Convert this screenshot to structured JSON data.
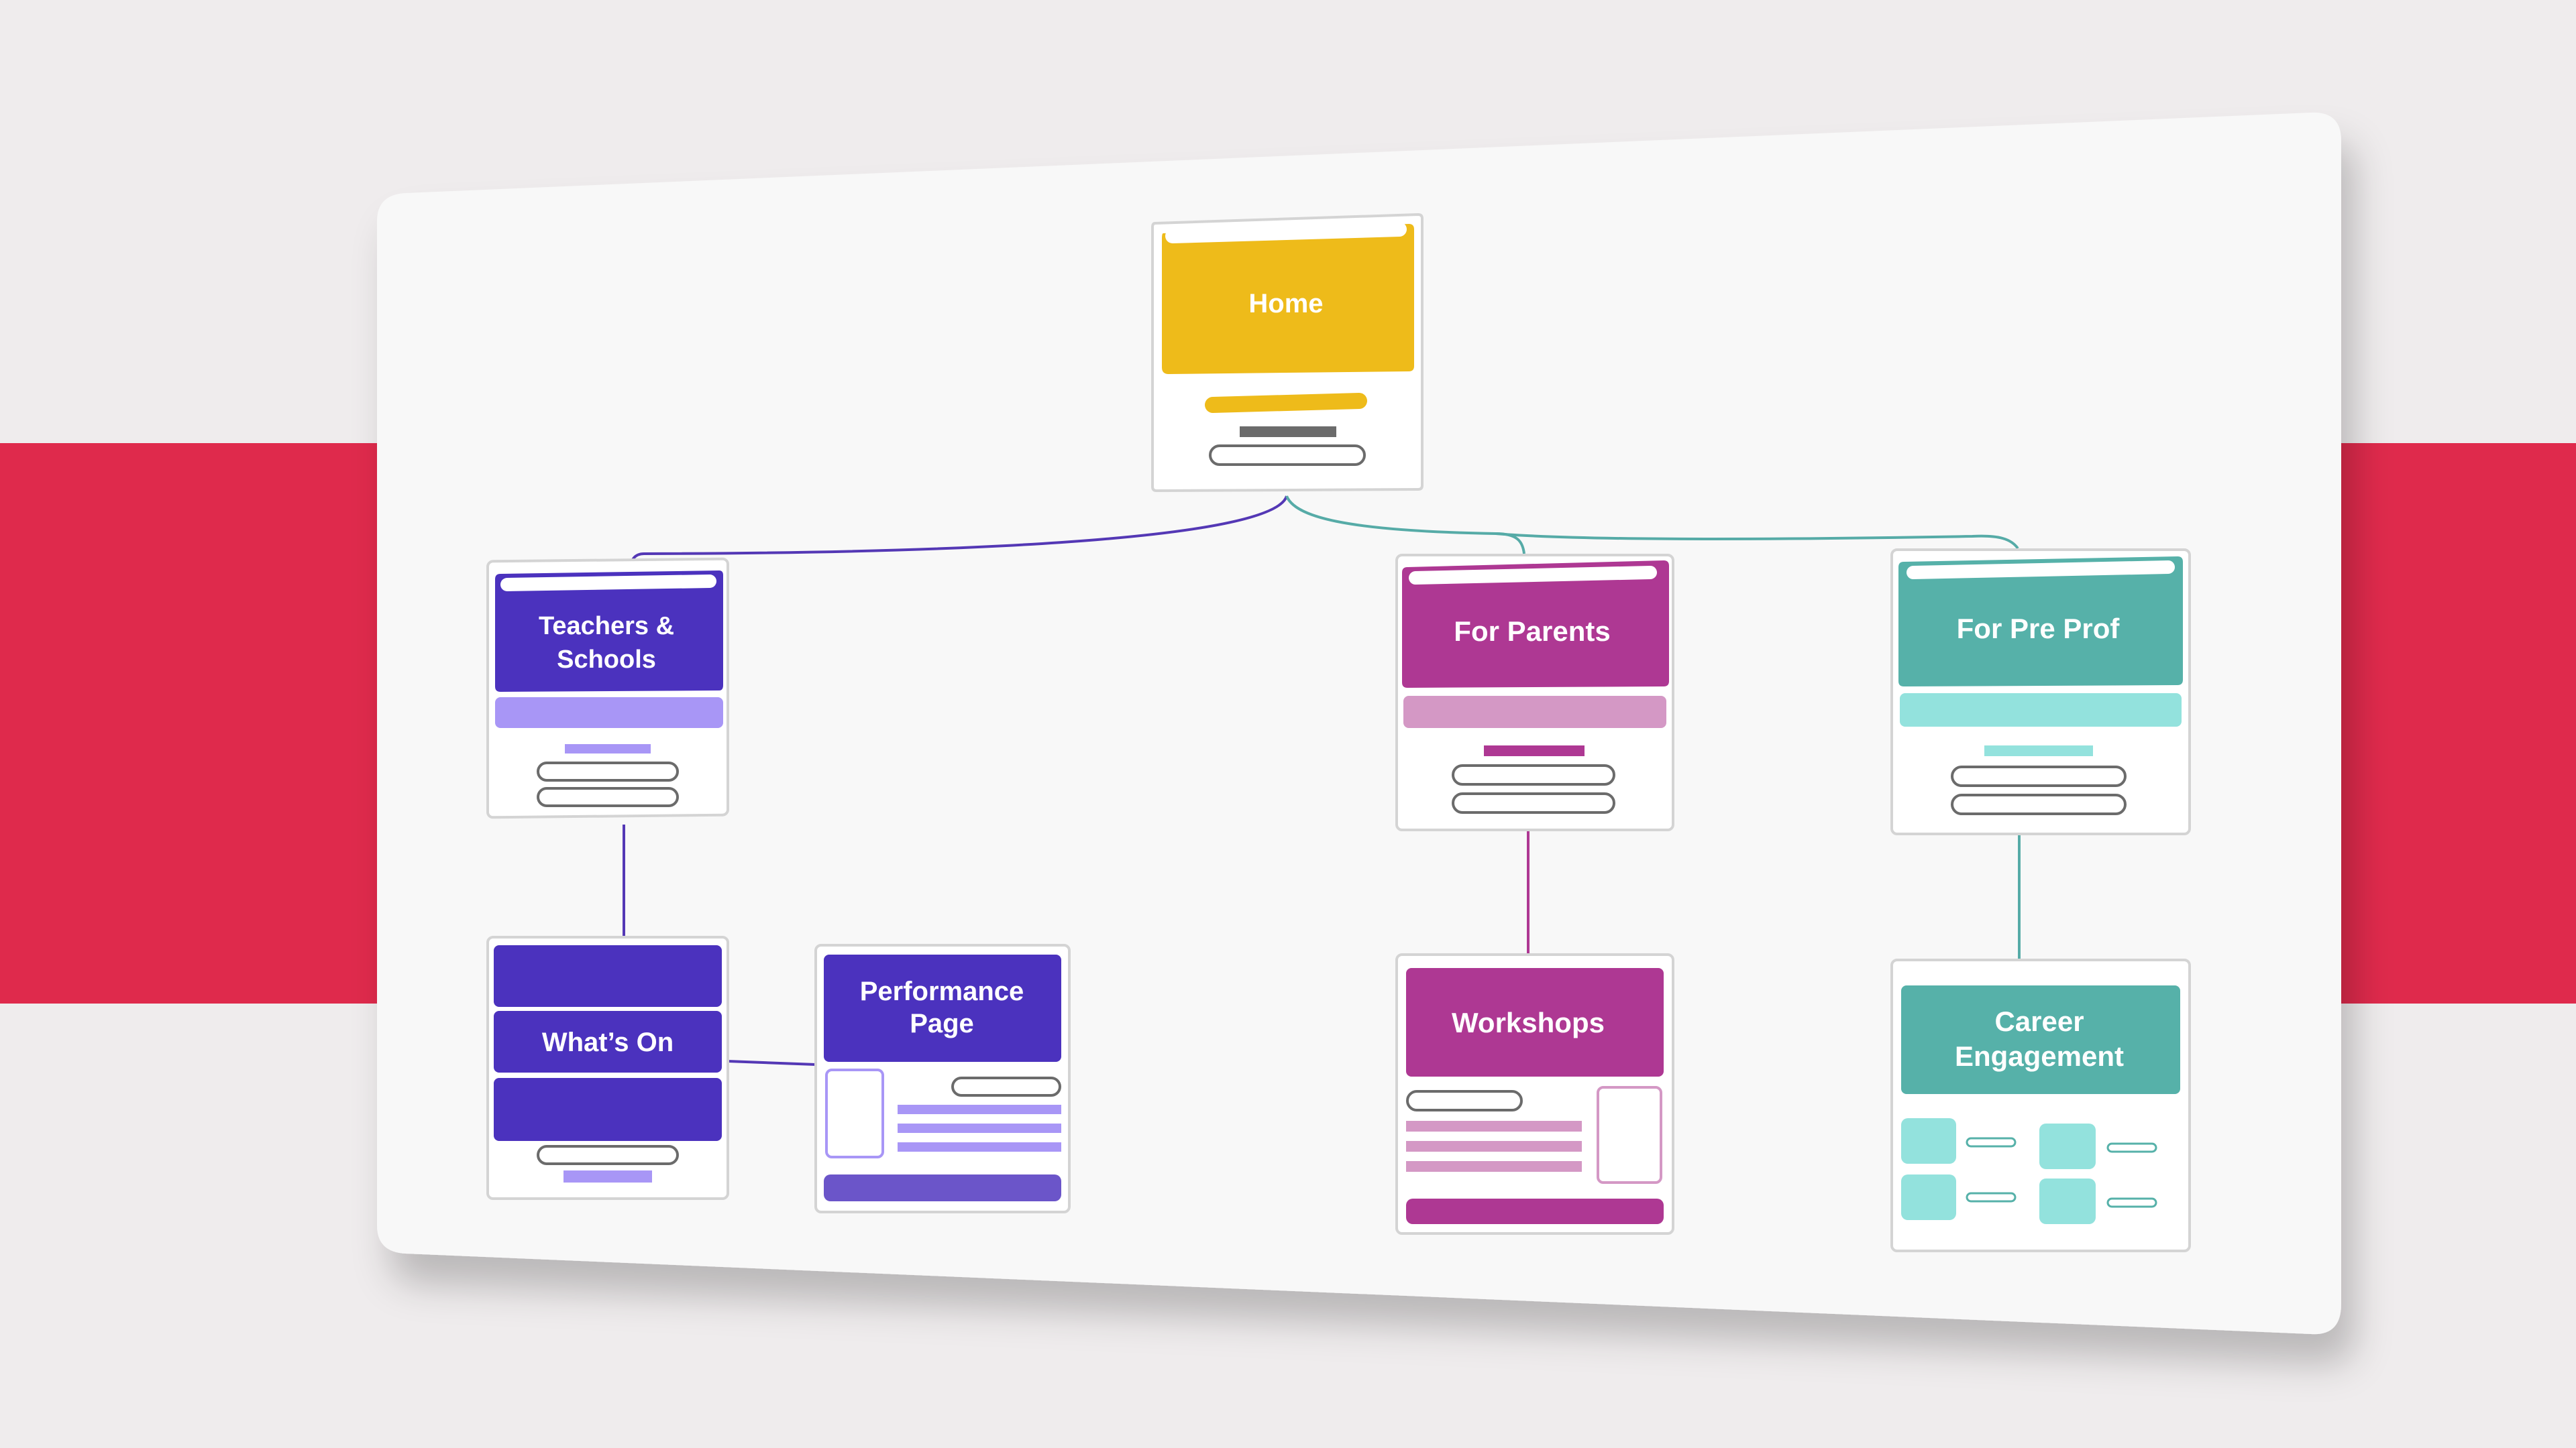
{
  "colors": {
    "background": "#efeced",
    "band": "#df2a4c",
    "board": "#f8f8f8",
    "home": "#eebb1a",
    "teachers": "#4b32be",
    "teachers_light": "#a896f6",
    "parents": "#ae3893",
    "parents_light": "#d498c5",
    "preprof": "#56b1a9",
    "preprof_light": "#93e2dd"
  },
  "nodes": {
    "home": {
      "label": "Home"
    },
    "teachers": {
      "label_line1": "Teachers &",
      "label_line2": "Schools"
    },
    "parents": {
      "label": "For Parents"
    },
    "preprof": {
      "label": "For Pre Prof"
    },
    "whatson": {
      "label": "What’s On"
    },
    "performance": {
      "label_line1": "Performance",
      "label_line2": "Page"
    },
    "workshops": {
      "label": "Workshops"
    },
    "career": {
      "label_line1": "Career",
      "label_line2": "Engagement"
    }
  }
}
